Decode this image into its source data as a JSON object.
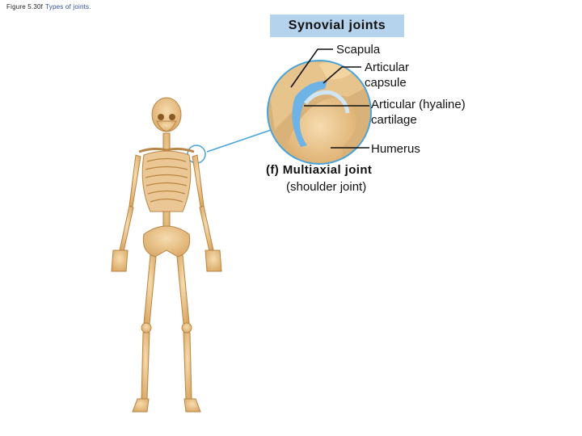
{
  "caption": {
    "figure": "Figure 5.30f",
    "description": "Types of joints."
  },
  "title": "Synovial joints",
  "labels": {
    "scapula": "Scapula",
    "capsule_1": "Articular",
    "capsule_2": "capsule",
    "cartilage_1": "Articular (hyaline)",
    "cartilage_2": "cartilage",
    "humerus": "Humerus"
  },
  "joint": {
    "name": "(f) Multiaxial joint",
    "subtitle": "(shoulder joint)"
  },
  "colors": {
    "bone": "#e9c18a",
    "bone_shade": "#c9964f",
    "capsule": "#6db3e6",
    "callout": "#4aa3d8",
    "header_bg": "#b6d3ee"
  }
}
